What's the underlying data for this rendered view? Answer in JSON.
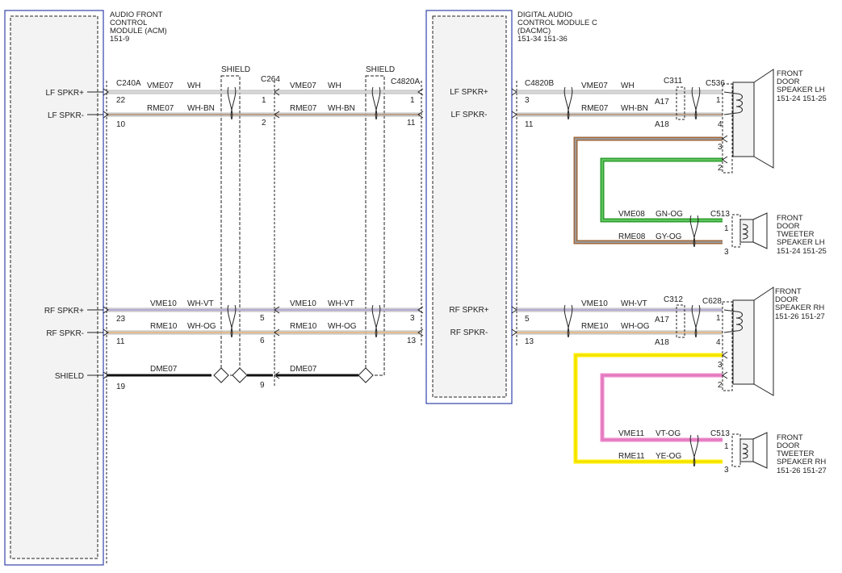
{
  "modules": {
    "acm": [
      "AUDIO FRONT",
      "CONTROL",
      "MODULE (ACM)",
      "151-9"
    ],
    "dacmc": [
      "DIGITAL AUDIO",
      "CONTROL MODULE C",
      "(DACMC)",
      "151-34  151-36"
    ]
  },
  "acm_pins": {
    "lf_plus": "LF SPKR+",
    "lf_minus": "LF SPKR-",
    "rf_plus": "RF SPKR+",
    "rf_minus": "RF SPKR-",
    "shield": "SHIELD"
  },
  "dacmc_pins": {
    "lf_plus": "LF SPKR+",
    "lf_minus": "LF SPKR-",
    "rf_plus": "RF SPKR+",
    "rf_minus": "RF SPKR-"
  },
  "shield_labels": [
    "SHIELD",
    "SHIELD"
  ],
  "connectors": {
    "c240a": "C240A",
    "c264": "C264",
    "c4820a": "C4820A",
    "c4820b": "C4820B",
    "c311": "C311",
    "c536": "C536",
    "c513_lh": "C513",
    "c312": "C312",
    "c628": "C628",
    "c513_rh": "C513"
  },
  "wires": {
    "vme07": "VME07",
    "rme07": "RME07",
    "vme10": "VME10",
    "rme10": "RME10",
    "dme07": "DME07",
    "vme08": "VME08",
    "rme08": "RME08",
    "vme11": "VME11",
    "rme11": "RME11"
  },
  "colors": {
    "wh": "WH",
    "wh_bn": "WH-BN",
    "wh_vt": "WH-VT",
    "wh_og": "WH-OG",
    "gn_og": "GN-OG",
    "gy_og": "GY-OG",
    "vt_og": "VT-OG",
    "ye_og": "YE-OG"
  },
  "pins": {
    "acm_lfp": "22",
    "acm_lfm": "10",
    "acm_rfp": "23",
    "acm_rfm": "11",
    "acm_sh": "19",
    "c264_1": "1",
    "c264_2": "2",
    "c264_5": "5",
    "c264_6": "6",
    "c264_9": "9",
    "c4820a_1": "1",
    "c4820a_11": "11",
    "c4820a_3": "3",
    "c4820a_13": "13",
    "c4820b_3": "3",
    "c4820b_11": "11",
    "c4820b_5": "5",
    "c4820b_13": "13",
    "a17": "A17",
    "a18": "A18",
    "a17b": "A17",
    "a18b": "A18",
    "lh_1": "1",
    "lh_4": "4",
    "lh_3": "3",
    "lh_2": "2",
    "lht_1": "1",
    "lht_3": "3",
    "rh_1": "1",
    "rh_4": "4",
    "rh_3": "3",
    "rh_2": "2",
    "rht_1": "1",
    "rht_3": "3"
  },
  "speakers": {
    "lh": [
      "FRONT",
      "DOOR",
      "SPEAKER LH",
      "151-24  151-25"
    ],
    "lht": [
      "FRONT",
      "DOOR",
      "TWEETER",
      "SPEAKER LH",
      "151-24  151-25"
    ],
    "rh": [
      "FRONT",
      "DOOR",
      "SPEAKER RH",
      "151-26  151-27"
    ],
    "rht": [
      "FRONT",
      "DOOR",
      "TWEETER",
      "SPEAKER RH",
      "151-26  151-27"
    ]
  },
  "wire_colors": {
    "white": "#d9d9d9",
    "brown": "#a0683c",
    "violet": "#9b7bd4",
    "orange": "#f0a040",
    "green": "#2e9e2e",
    "gray": "#9a9a9a",
    "pink": "#ee88cc",
    "yellow": "#ffee00",
    "module_border": "#3344aa"
  }
}
